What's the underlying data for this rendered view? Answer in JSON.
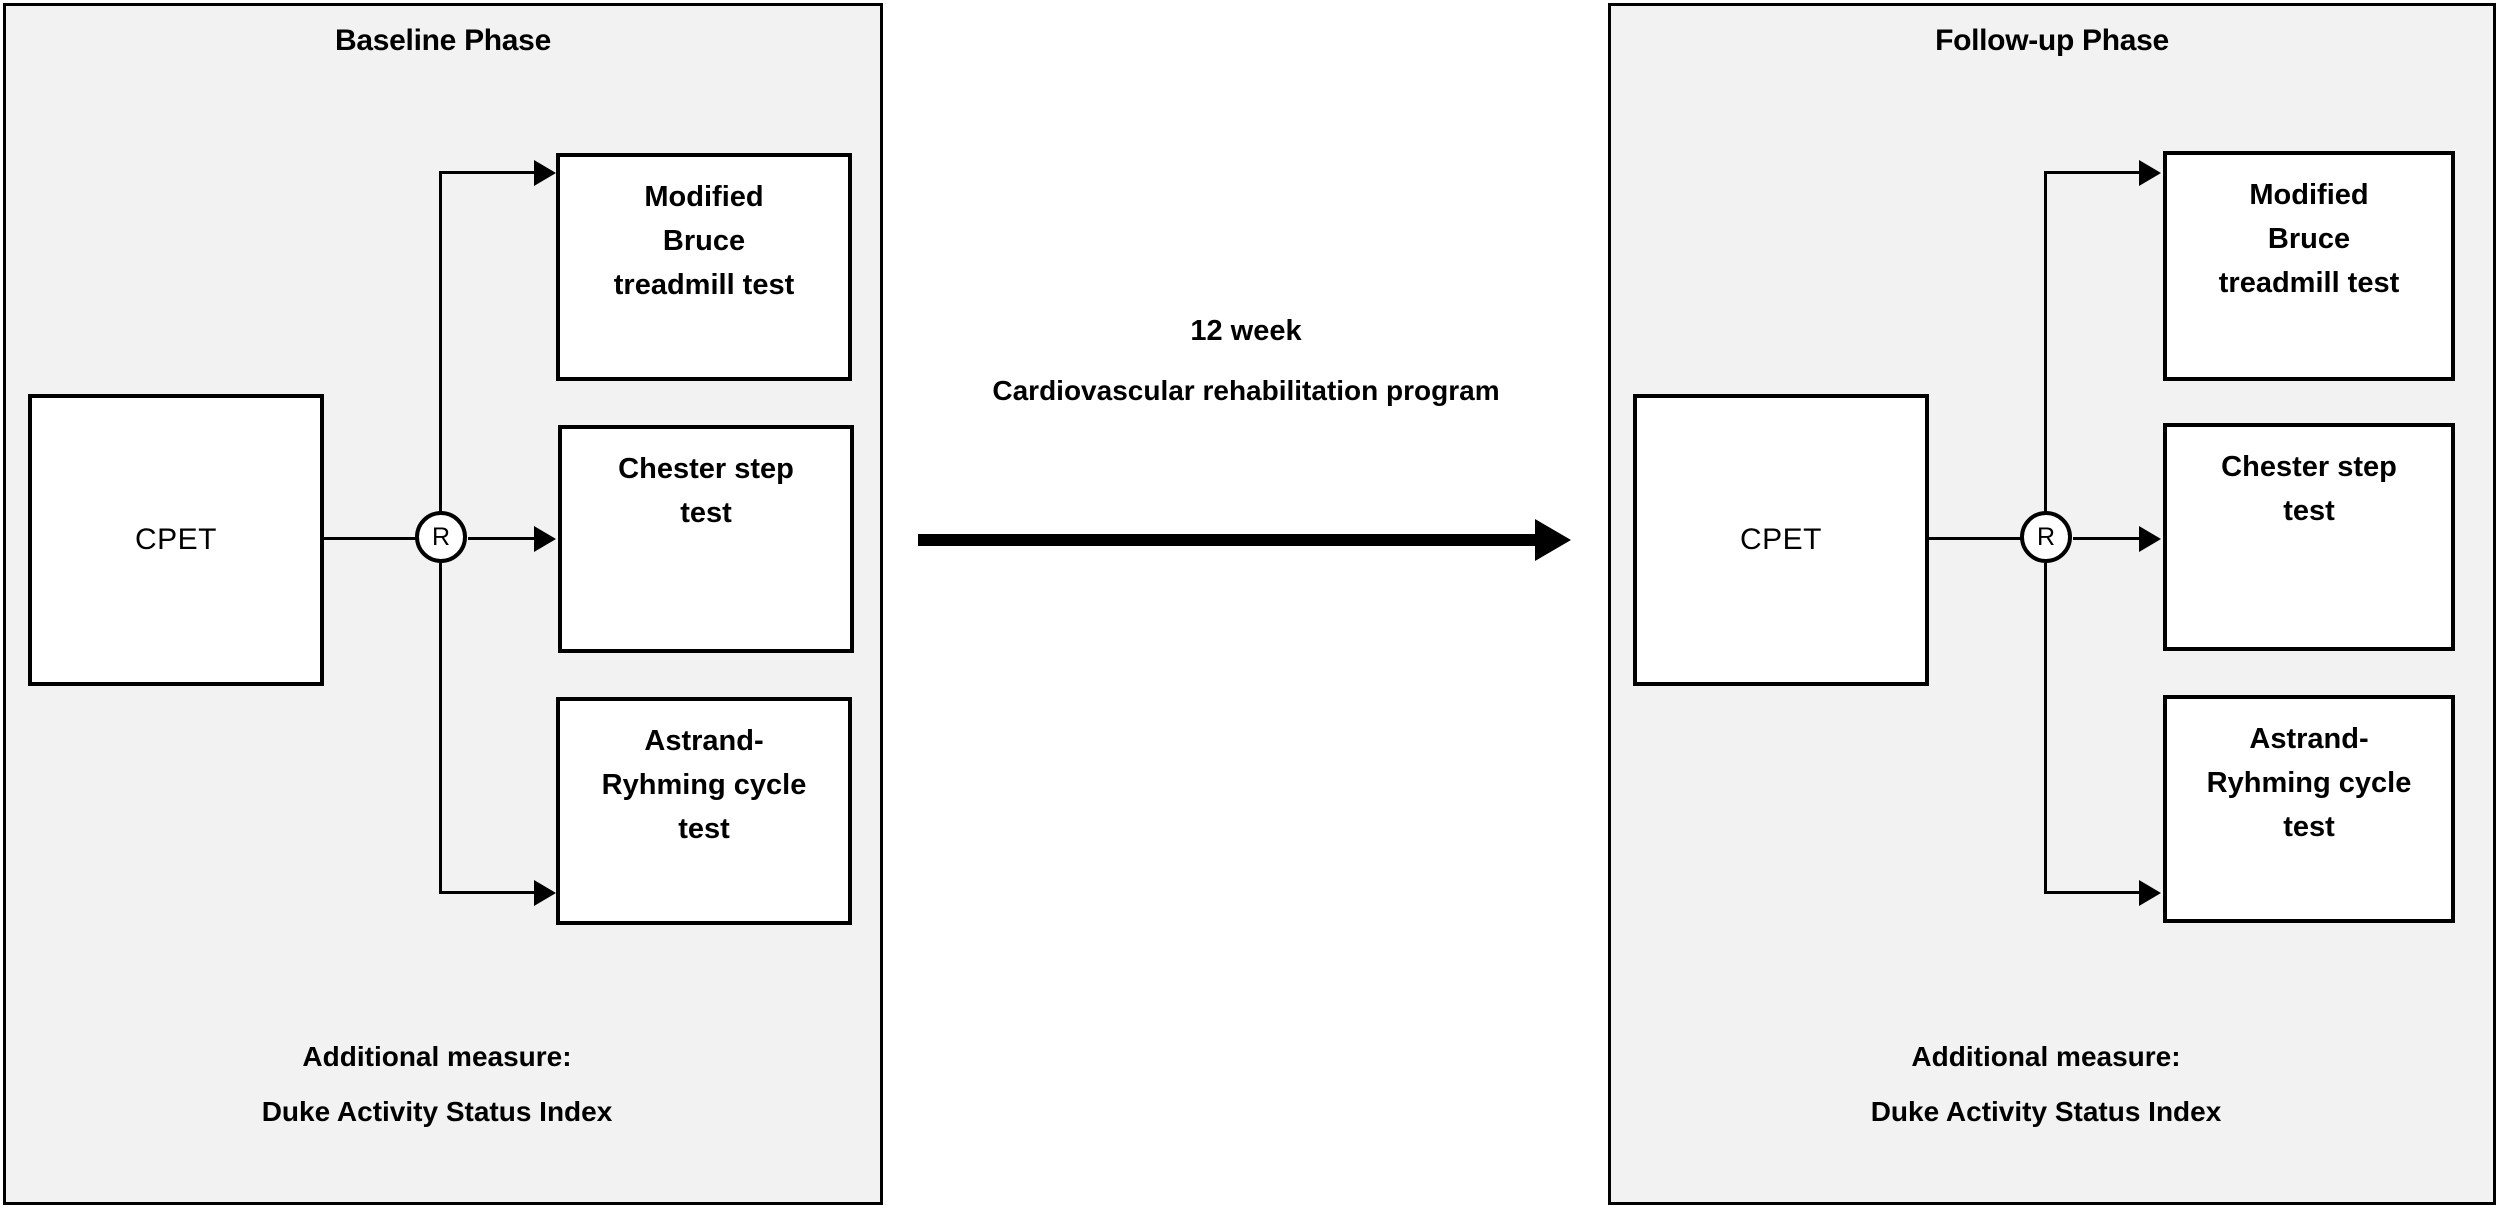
{
  "figure": {
    "type": "study-design-flowchart",
    "colors": {
      "panel_fill": "#f2f2f2",
      "box_fill": "#ffffff",
      "stroke": "#000000",
      "background": "#ffffff"
    }
  },
  "baseline": {
    "title": "Baseline Phase",
    "entry_node": "CPET",
    "randomization_label": "R",
    "branches": [
      {
        "line1": "Modified",
        "line2": "Bruce",
        "line3": "treadmill test"
      },
      {
        "line1": "Chester step",
        "line2": "test",
        "line3": ""
      },
      {
        "line1": "Astrand-",
        "line2": "Ryhming cycle",
        "line3": "test"
      }
    ],
    "note_line1": "Additional measure:",
    "note_line2": "Duke Activity Status Index"
  },
  "intervention": {
    "duration": "12 week",
    "program": "Cardiovascular rehabilitation program",
    "arrow_direction": "right"
  },
  "followup": {
    "title": "Follow-up Phase",
    "entry_node": "CPET",
    "randomization_label": "R",
    "branches": [
      {
        "line1": "Modified",
        "line2": "Bruce",
        "line3": "treadmill test"
      },
      {
        "line1": "Chester step",
        "line2": "test",
        "line3": ""
      },
      {
        "line1": "Astrand-",
        "line2": "Ryhming cycle",
        "line3": "test"
      }
    ],
    "note_line1": "Additional measure:",
    "note_line2": "Duke Activity Status Index"
  }
}
